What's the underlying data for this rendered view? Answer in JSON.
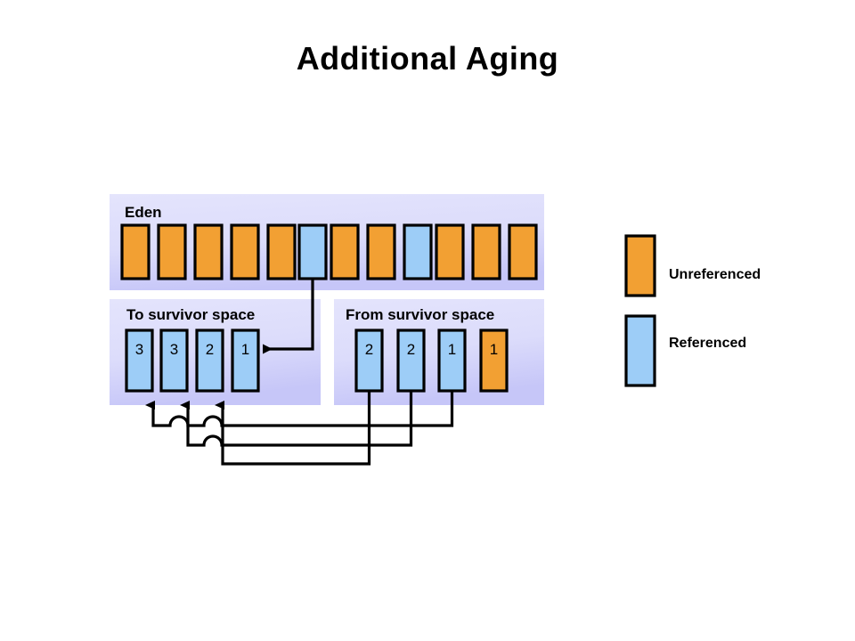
{
  "title": "Additional Aging",
  "colors": {
    "unreferenced": "#F2A033",
    "referenced": "#9DCDF7",
    "outline": "#000000",
    "panel_top": "#E2E2FB",
    "panel_bottom": "#C6C6F8",
    "background": "#FFFFFF"
  },
  "panels": {
    "eden": {
      "label": "Eden",
      "blocks": [
        {
          "state": "unreferenced",
          "value": ""
        },
        {
          "state": "unreferenced",
          "value": ""
        },
        {
          "state": "unreferenced",
          "value": ""
        },
        {
          "state": "unreferenced",
          "value": ""
        },
        {
          "state": "unreferenced",
          "value": ""
        },
        {
          "state": "referenced",
          "value": ""
        },
        {
          "state": "unreferenced",
          "value": ""
        },
        {
          "state": "unreferenced",
          "value": ""
        },
        {
          "state": "referenced",
          "value": ""
        },
        {
          "state": "unreferenced",
          "value": ""
        },
        {
          "state": "unreferenced",
          "value": ""
        },
        {
          "state": "unreferenced",
          "value": ""
        }
      ]
    },
    "to_survivor": {
      "label": "To survivor  space",
      "blocks": [
        {
          "state": "referenced",
          "value": "3"
        },
        {
          "state": "referenced",
          "value": "3"
        },
        {
          "state": "referenced",
          "value": "2"
        },
        {
          "state": "referenced",
          "value": "1"
        }
      ]
    },
    "from_survivor": {
      "label": "From survivor  space",
      "blocks": [
        {
          "state": "referenced",
          "value": "2"
        },
        {
          "state": "referenced",
          "value": "2"
        },
        {
          "state": "referenced",
          "value": "1"
        },
        {
          "state": "unreferenced",
          "value": "1"
        }
      ]
    }
  },
  "legend": {
    "items": [
      {
        "swatch": "unreferenced",
        "label": "Unreferenced"
      },
      {
        "swatch": "referenced",
        "label": "Referenced"
      }
    ]
  },
  "arrows": [
    {
      "from": "eden.block.6",
      "to": "to_survivor.block.4"
    },
    {
      "from": "from_survivor.block.1",
      "to": "to_survivor.block.1"
    },
    {
      "from": "from_survivor.block.2",
      "to": "to_survivor.block.2"
    },
    {
      "from": "from_survivor.block.3",
      "to": "to_survivor.block.3"
    }
  ]
}
